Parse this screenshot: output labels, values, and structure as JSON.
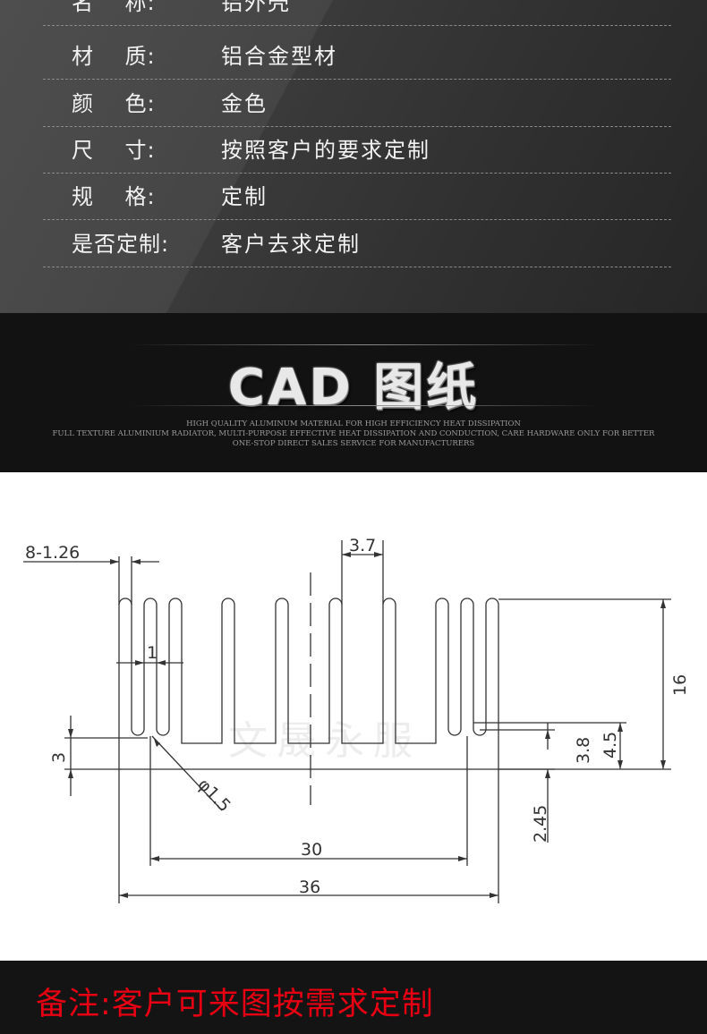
{
  "specs": [
    {
      "label": "名    称:",
      "value": "铝外壳"
    },
    {
      "label": "材    质:",
      "value": "铝合金型材"
    },
    {
      "label": "颜    色:",
      "value": "金色"
    },
    {
      "label": "尺    寸:",
      "value": "按照客户的要求定制"
    },
    {
      "label": "规    格:",
      "value": "定制"
    },
    {
      "label": "是否定制:",
      "value": "客户去求定制"
    }
  ],
  "section_title": "CAD 图纸",
  "subtitle_lines": [
    "HIGH QUALITY ALUMINUM MATERIAL FOR HIGH EFFICIENCY HEAT DISSIPATION",
    "FULL TEXTURE ALUMINIUM RADIATOR, MULTI-PURPOSE EFFECTIVE HEAT DISSIPATION AND CONDUCTION, CARE HARDWARE ONLY FOR BETTER",
    "ONE-STOP DIRECT SALES SERVICE FOR MANUFACTURERS"
  ],
  "drawing": {
    "dimensions": {
      "fin_spec": "8-1.26",
      "fin_pitch": "3.7",
      "height": "16",
      "slot_width": "1",
      "groove_offset": "3",
      "hole_diameter": "φ1.5",
      "groove_depth": "3.8",
      "side_height": "4.5",
      "base_thickness": "2.45",
      "inner_width": "30",
      "total_width": "36"
    },
    "watermark": "文晟永服",
    "line_color": "#333333"
  },
  "note": "备注:客户可来图按需求定制",
  "colors": {
    "note_text": "#e60012",
    "panel_text": "#f2f2f2"
  }
}
